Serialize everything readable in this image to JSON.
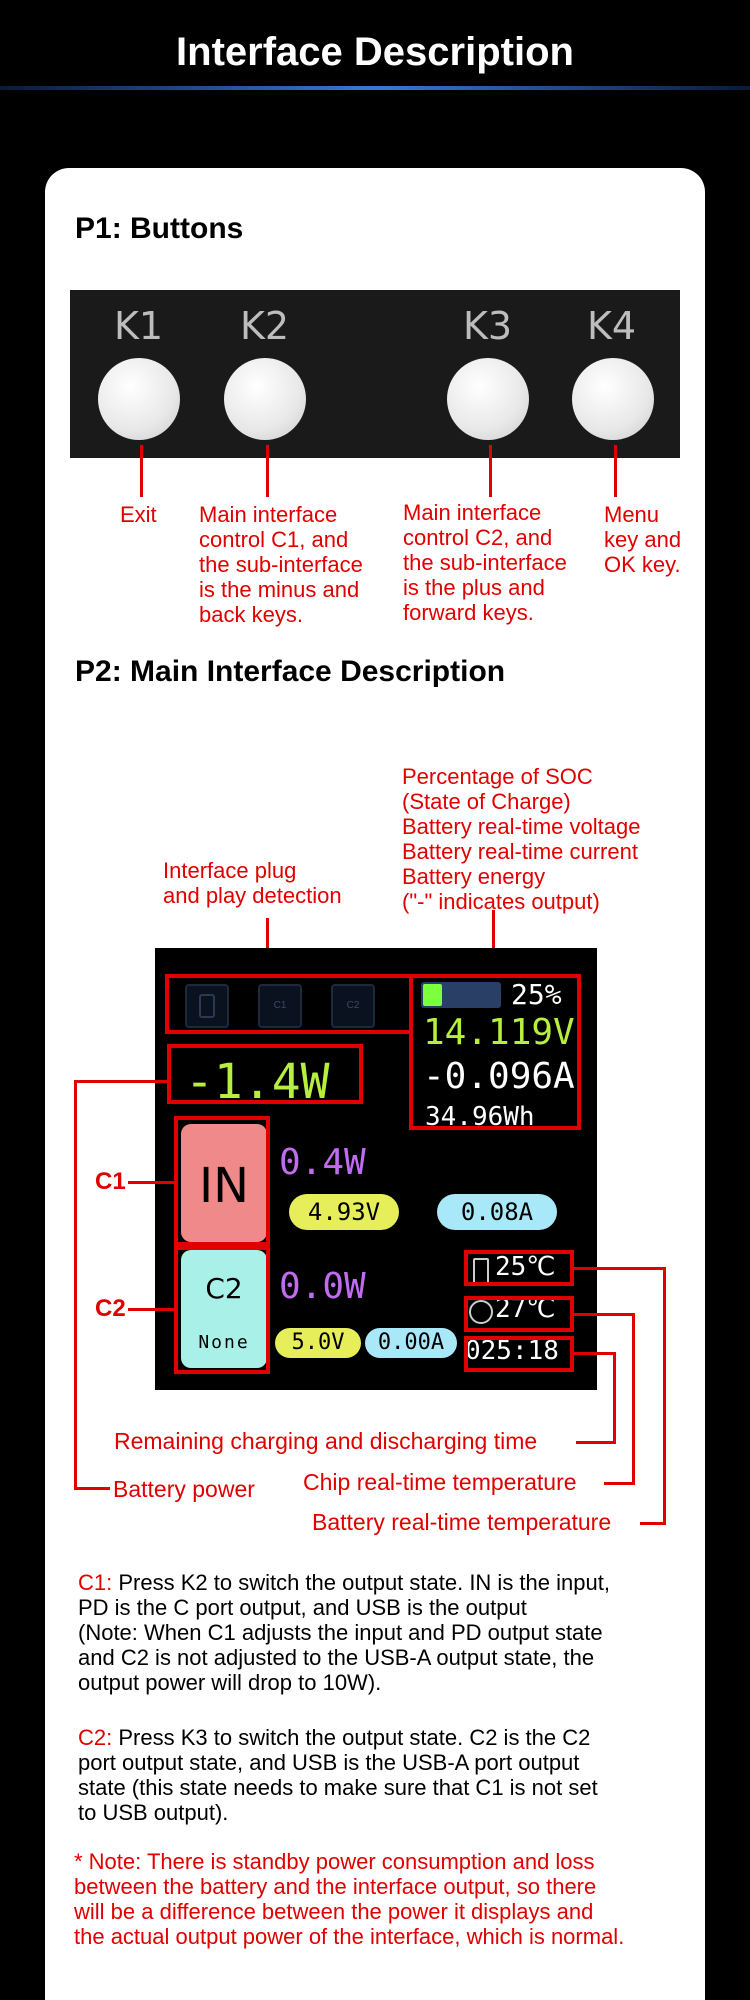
{
  "header": {
    "title": "Interface Description"
  },
  "p1": {
    "heading": "P1: Buttons",
    "keys": [
      "K1",
      "K2",
      "K3",
      "K4"
    ],
    "exit_label": "Exit",
    "k2_desc": [
      "Main interface",
      "control C1, and",
      "the sub-interface",
      "is the minus and",
      "back keys."
    ],
    "k3_desc": [
      "Main interface",
      "control C2, and",
      "the sub-interface",
      "is the plus and",
      "forward keys."
    ],
    "k4_desc": [
      "Menu",
      "key and",
      "OK key."
    ]
  },
  "p2": {
    "heading": "P2: Main Interface Description",
    "soc_annotation": [
      "Percentage of SOC",
      "(State of Charge)",
      "Battery real-time voltage",
      "Battery real-time current",
      "Battery energy",
      "(\"-\" indicates output)"
    ],
    "plug_annotation": [
      "Interface plug",
      "and play detection"
    ],
    "c1_label": "C1",
    "c2_label": "C2",
    "remaining_time_label": "Remaining charging and discharging time",
    "battery_power_label": "Battery power",
    "chip_temp_label": "Chip real-time temperature",
    "battery_temp_label": "Battery real-time temperature"
  },
  "screen": {
    "soc_percent": "25%",
    "soc_level": 0.25,
    "voltage": "14.119V",
    "current": "-0.096A",
    "energy": "34.96Wh",
    "battery_power": "-1.4W",
    "c1_state": "IN",
    "c1_power": "0.4W",
    "c1_voltage": "4.93V",
    "c1_current": "0.08A",
    "c2_name": "C2",
    "c2_state": "None",
    "c2_power": "0.0W",
    "c2_voltage": "5.0V",
    "c2_current": "0.00A",
    "battery_temp": "25℃",
    "chip_temp": "27℃",
    "remaining_time": "025:18",
    "port_icons": [
      "A",
      "C1",
      "C2"
    ],
    "colors": {
      "voltage": "#b7f03c",
      "c1_box": "#f08a8a",
      "c2_box": "#a8f0e8",
      "power": "#c06cf0",
      "pill_yellow": "#e6ee5a",
      "pill_cyan": "#a8e8f8"
    }
  },
  "notes": {
    "c1_prefix": "C1:",
    "c1_text": [
      " Press K2 to switch the output state. IN is the input,",
      "PD is the C port output, and USB is the output",
      "(Note: When C1 adjusts the input and PD output state",
      "and C2 is not adjusted to the USB-A output state, the",
      "output power will drop to 10W)."
    ],
    "c2_prefix": "C2:",
    "c2_text": [
      " Press K3 to switch the output state. C2 is the C2",
      "port output state, and USB is the USB-A port output",
      "state (this state needs to make sure that C1 is not set",
      "to USB output)."
    ],
    "standby_note": [
      "* Note: There is standby power consumption and loss",
      "between the battery and the interface output, so there",
      "will be a difference between the power it displays and",
      "the actual output power of the interface, which is normal."
    ]
  }
}
